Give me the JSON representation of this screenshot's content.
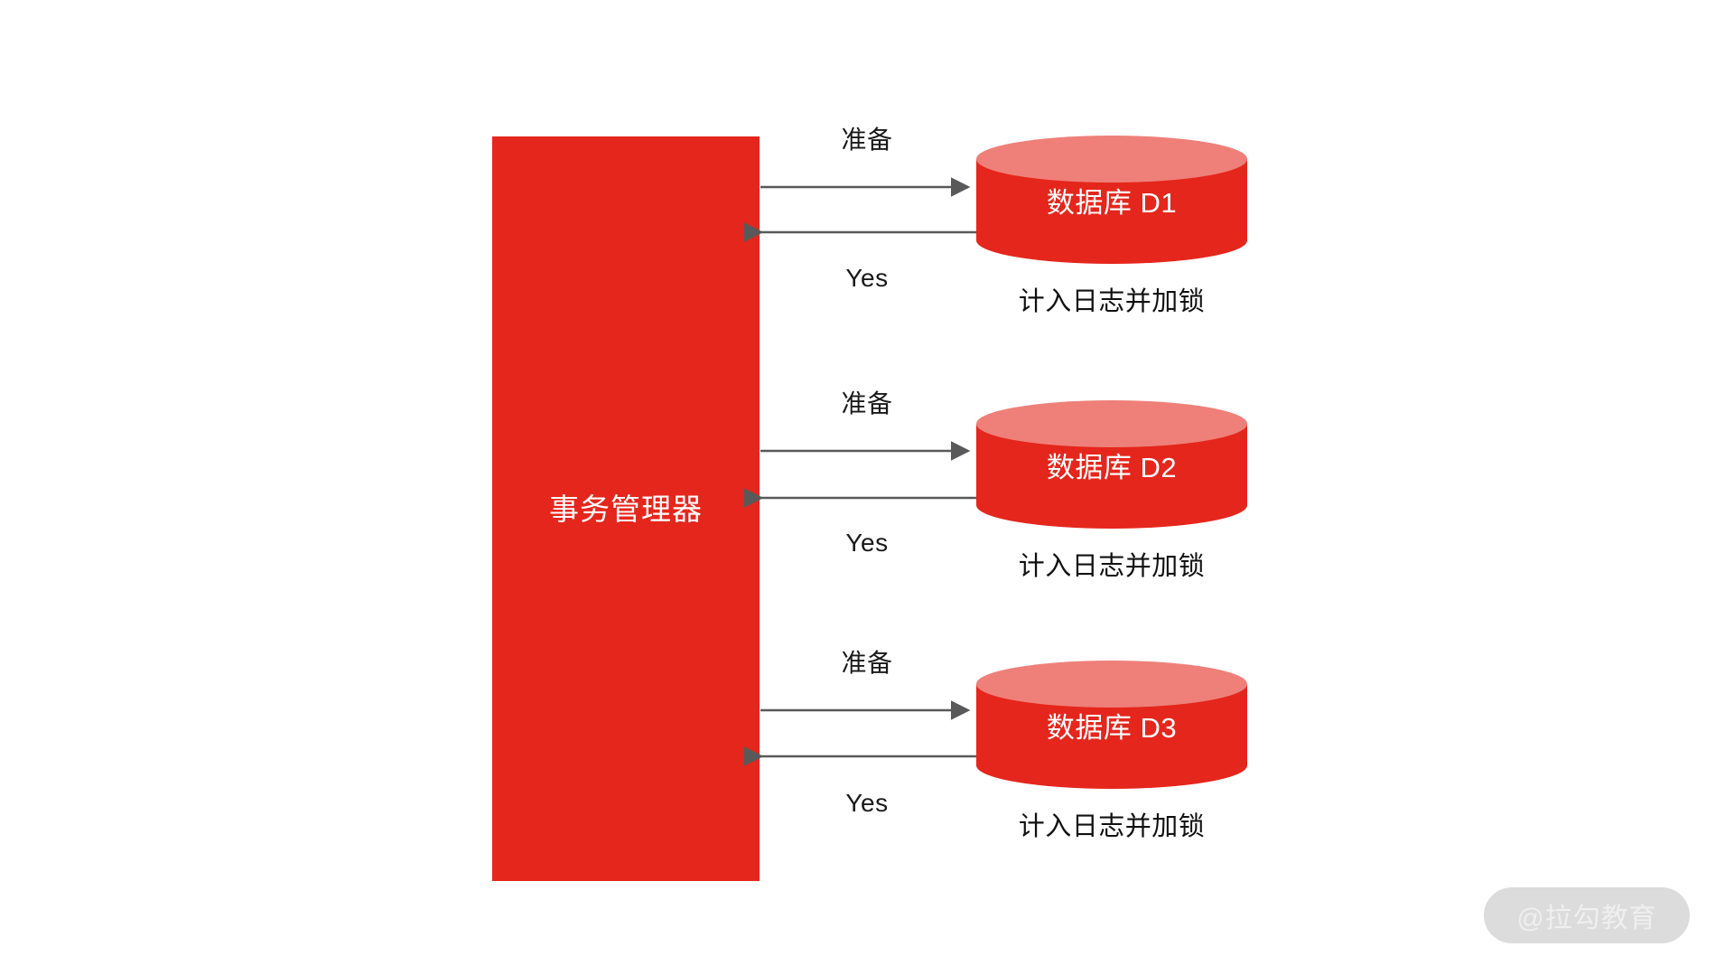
{
  "diagram": {
    "type": "two-phase-commit-prepare-phase",
    "background_color": "#ffffff",
    "accent_color": "#E5261C",
    "cylinder_top_color": "#EE8079",
    "arrow_color": "#595959"
  },
  "coordinator": {
    "label": "事务管理器"
  },
  "nodes": [
    {
      "id": "d1",
      "label": "数据库 D1",
      "caption": "计入日志并加锁",
      "request_label": "准备",
      "response_label": "Yes"
    },
    {
      "id": "d2",
      "label": "数据库 D2",
      "caption": "计入日志并加锁",
      "request_label": "准备",
      "response_label": "Yes"
    },
    {
      "id": "d3",
      "label": "数据库 D3",
      "caption": "计入日志并加锁",
      "request_label": "准备",
      "response_label": "Yes"
    }
  ],
  "watermark": {
    "text": "@拉勾教育",
    "background_color": "#DCDCDC",
    "text_color": "#EFEFEF"
  }
}
